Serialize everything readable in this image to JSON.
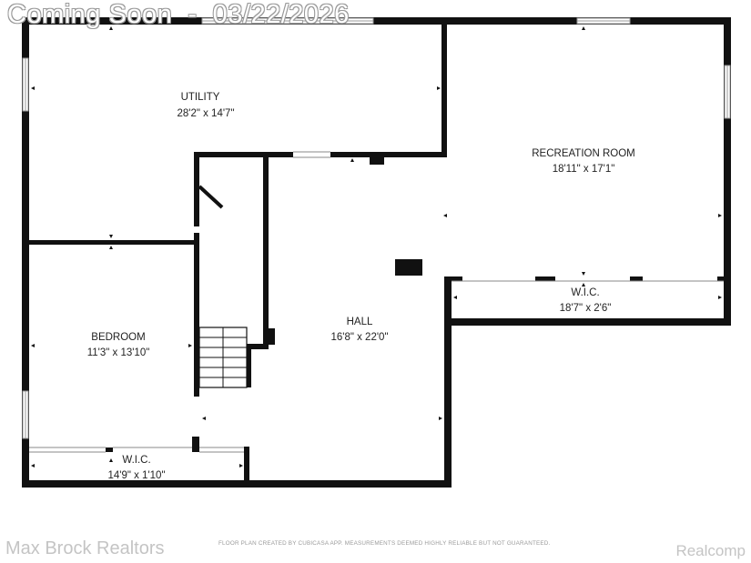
{
  "watermark": {
    "coming_soon": "Coming Soon",
    "separator": "-",
    "date": "03/22/2026",
    "brokerage": "Max Brock Realtors",
    "mls": "Realcomp"
  },
  "disclaimer": "FLOOR PLAN CREATED BY CUBICASA APP. MEASUREMENTS DEEMED HIGHLY RELIABLE BUT NOT GUARANTEED.",
  "rooms": {
    "utility": {
      "name": "UTILITY",
      "dimensions": "28'2\" x 14'7\""
    },
    "recreation": {
      "name": "RECREATION ROOM",
      "dimensions": "18'11\" x 17'1\""
    },
    "wic_right": {
      "name": "W.I.C.",
      "dimensions": "18'7\" x 2'6\""
    },
    "bedroom": {
      "name": "BEDROOM",
      "dimensions": "11'3\" x 13'10\""
    },
    "hall": {
      "name": "HALL",
      "dimensions": "16'8\" x 22'0\""
    },
    "wic_left": {
      "name": "W.I.C.",
      "dimensions": "14'9\" x 1'10\""
    }
  },
  "colors": {
    "wall": "#111111",
    "window": "#9a9a9a",
    "background": "#ffffff",
    "watermark": "#c4c4c4"
  }
}
